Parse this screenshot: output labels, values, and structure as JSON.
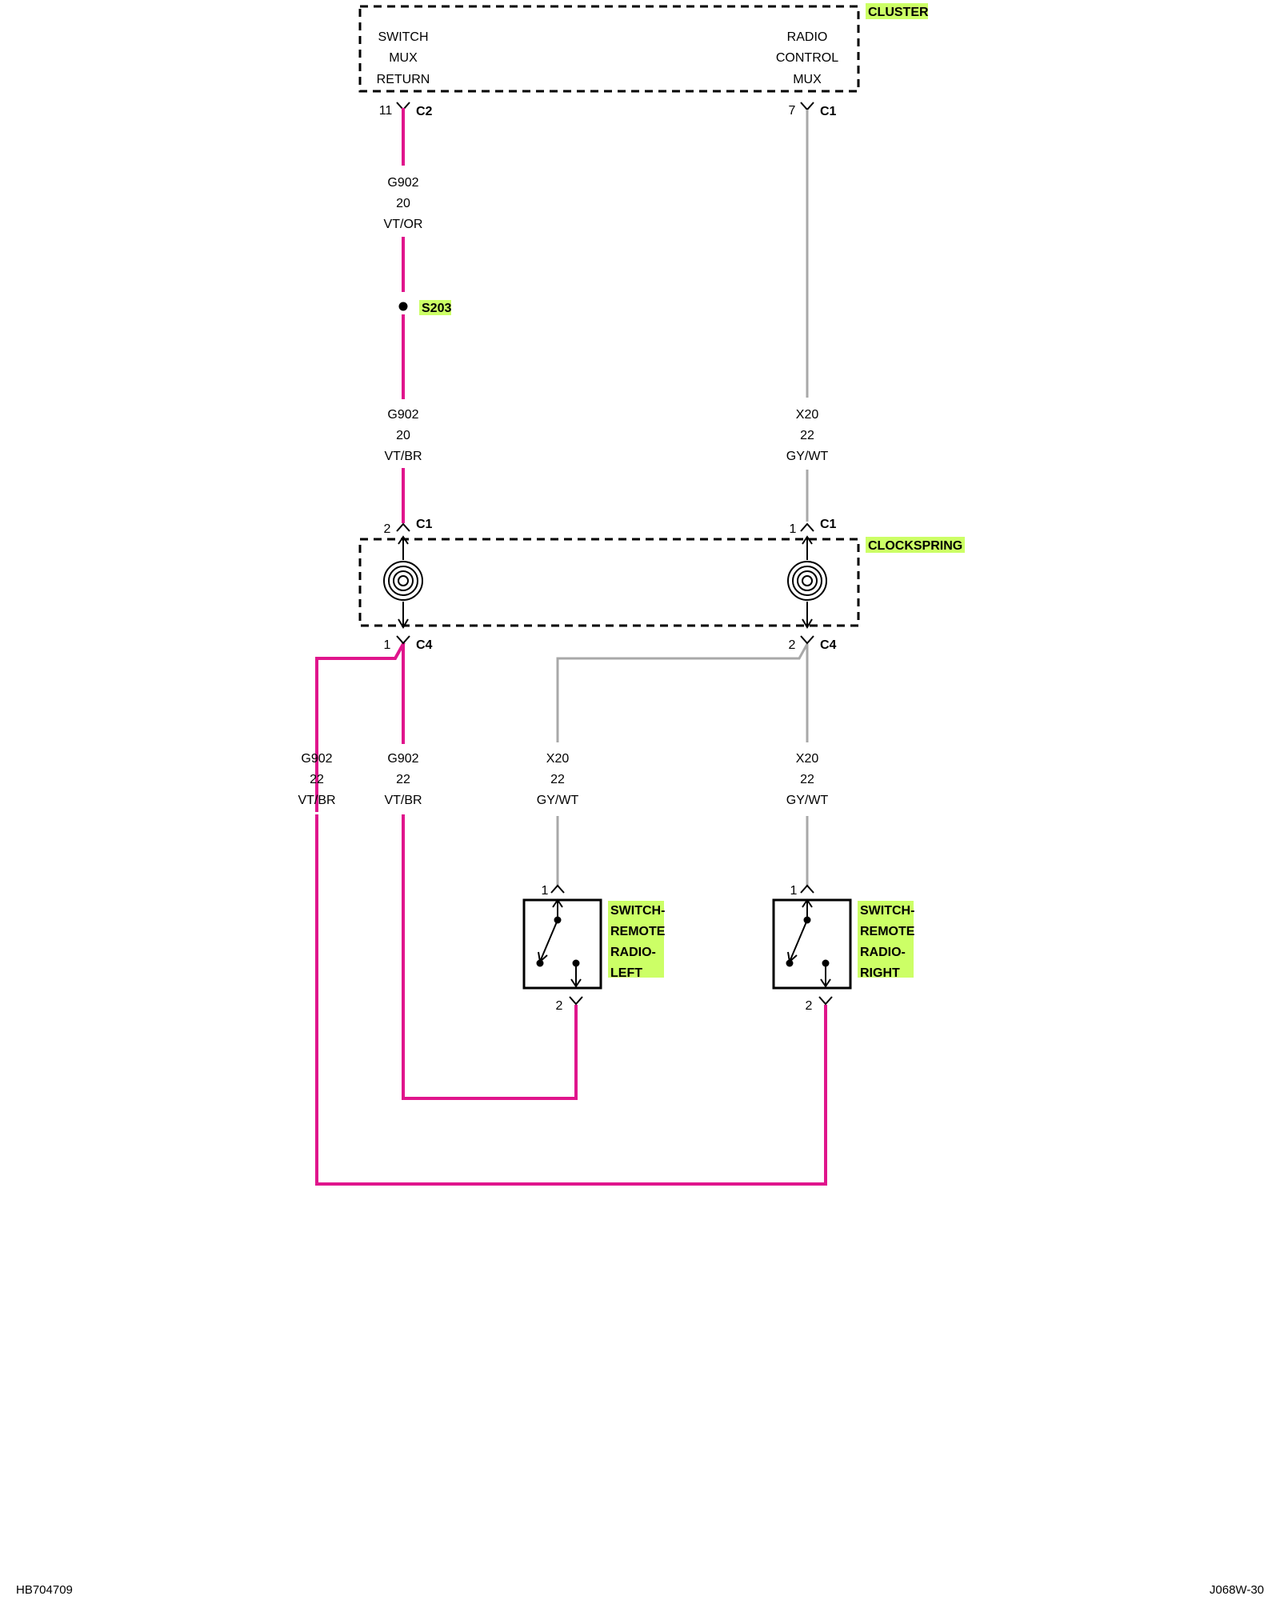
{
  "colors": {
    "wire_vt": "#e0158c",
    "wire_gy": "#a8a8a8",
    "highlight": "#ccff66",
    "ink": "#000000"
  },
  "cluster": {
    "name": "CLUSTER",
    "pin_left_label": [
      "SWITCH",
      "MUX",
      "RETURN"
    ],
    "pin_right_label": [
      "RADIO",
      "CONTROL",
      "MUX"
    ],
    "pin_left": {
      "num": "11",
      "conn": "C2"
    },
    "pin_right": {
      "num": "7",
      "conn": "C1"
    }
  },
  "wires": {
    "top_left": {
      "circuit": "G902",
      "gauge": "20",
      "color": "VT/OR"
    },
    "mid_left": {
      "circuit": "G902",
      "gauge": "20",
      "color": "VT/BR"
    },
    "mid_right": {
      "circuit": "X20",
      "gauge": "22",
      "color": "GY/WT"
    },
    "low_1": {
      "circuit": "G902",
      "gauge": "22",
      "color": "VT/BR"
    },
    "low_2": {
      "circuit": "G902",
      "gauge": "22",
      "color": "VT/BR"
    },
    "low_3": {
      "circuit": "X20",
      "gauge": "22",
      "color": "GY/WT"
    },
    "low_4": {
      "circuit": "X20",
      "gauge": "22",
      "color": "GY/WT"
    }
  },
  "splice": {
    "name": "S203"
  },
  "clockspring": {
    "name": "CLOCKSPRING",
    "top_left": {
      "num": "2",
      "conn": "C1"
    },
    "top_right": {
      "num": "1",
      "conn": "C1"
    },
    "bot_left": {
      "num": "1",
      "conn": "C4"
    },
    "bot_right": {
      "num": "2",
      "conn": "C4"
    }
  },
  "switches": {
    "left": {
      "lines": [
        "SWITCH-",
        "REMOTE",
        "RADIO-",
        "LEFT"
      ],
      "pin_top": "1",
      "pin_bot": "2"
    },
    "right": {
      "lines": [
        "SWITCH-",
        "REMOTE",
        "RADIO-",
        "RIGHT"
      ],
      "pin_top": "1",
      "pin_bot": "2"
    }
  },
  "footer": {
    "left": "HB704709",
    "right": "J068W-30"
  }
}
